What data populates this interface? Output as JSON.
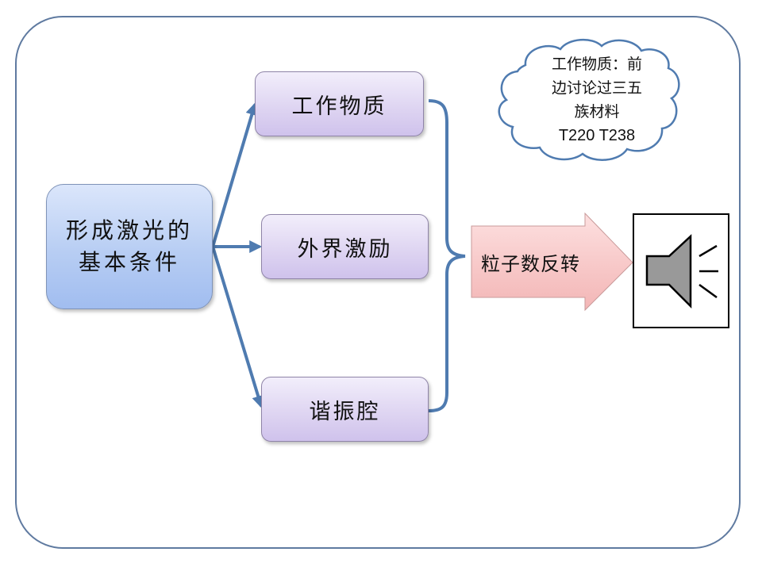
{
  "diagram": {
    "root": {
      "line1": "形成激光的",
      "line2": "基本条件"
    },
    "conditions": [
      {
        "label": "工作物质"
      },
      {
        "label": "外界激励"
      },
      {
        "label": "谐振腔"
      }
    ],
    "result": {
      "label": "粒子数反转"
    },
    "callout": {
      "line1": "工作物质：前",
      "line2": "边讨论过三五",
      "line3": "族材料",
      "line4": "T220  T238"
    },
    "icons": {
      "speaker": "speaker-icon"
    },
    "colors": {
      "frame": "#5f7aa0",
      "connector": "#4f7bb0",
      "root_fill": "#b7cdf3",
      "condition_fill": "#ddd3f1",
      "result_fill": "#f7c6c6",
      "speaker_fill": "#999999"
    }
  }
}
